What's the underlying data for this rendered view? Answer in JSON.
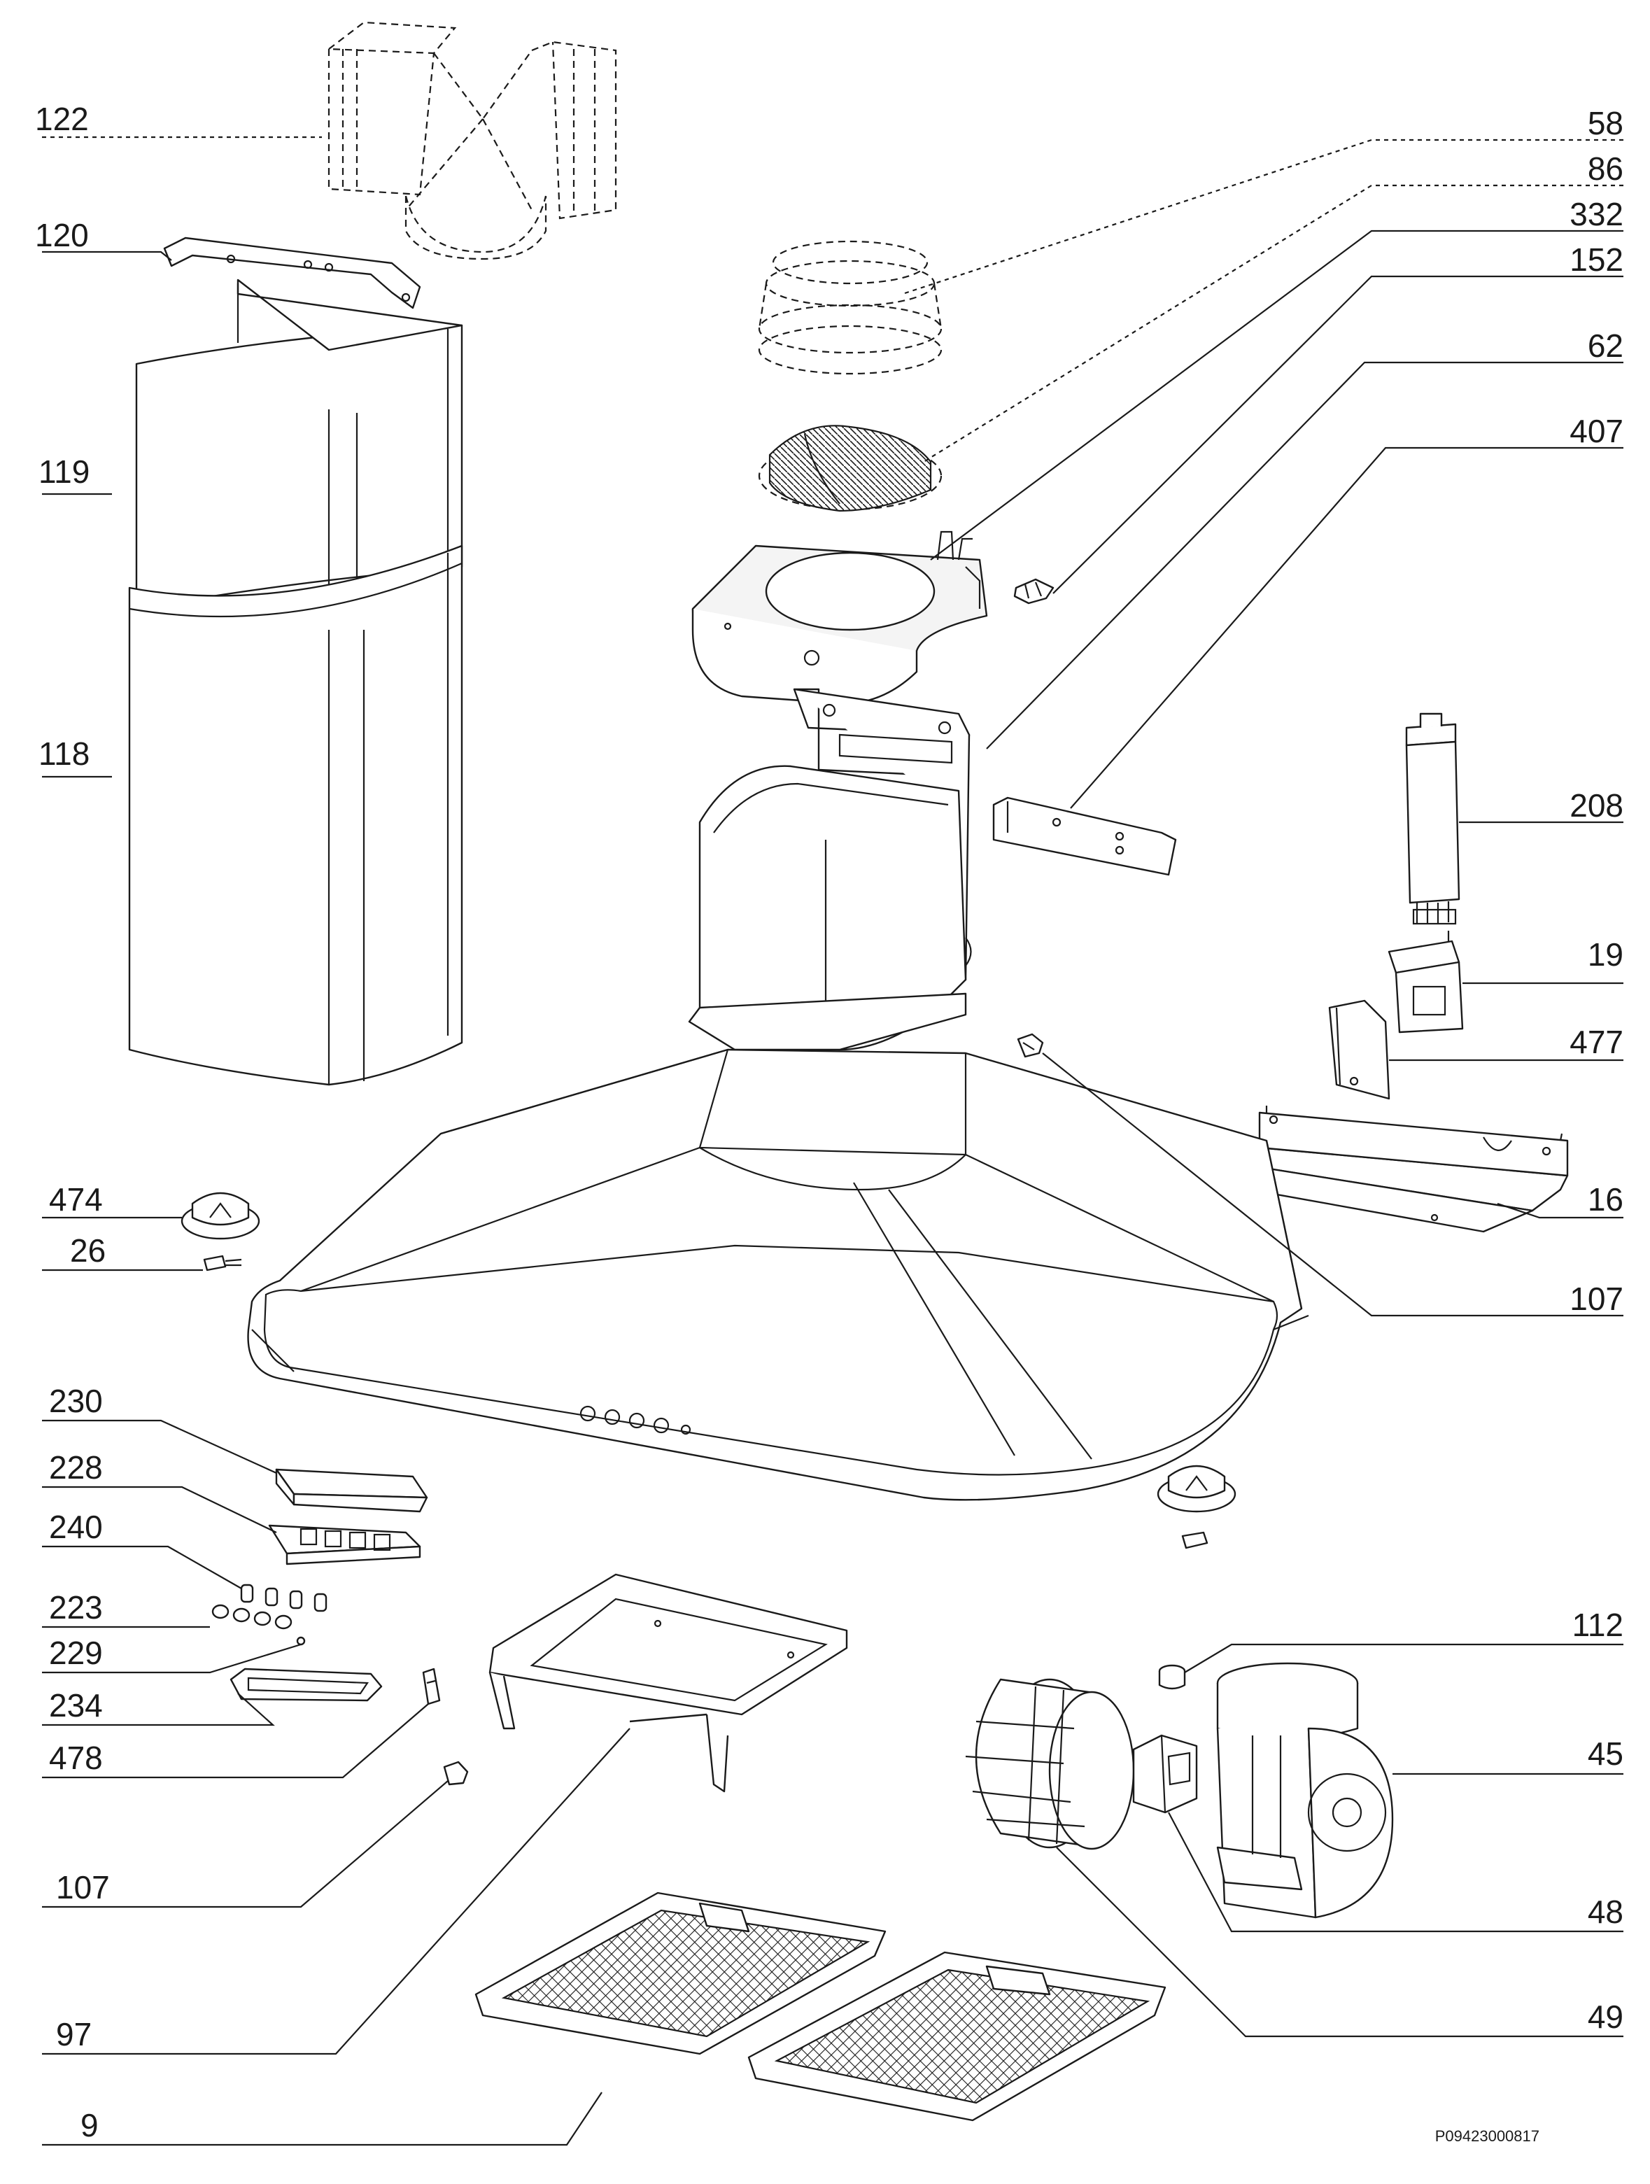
{
  "diagram": {
    "code": "P09423000817",
    "parts": [
      {
        "id": "122",
        "name": "label-122"
      },
      {
        "id": "120",
        "name": "label-120"
      },
      {
        "id": "119",
        "name": "label-119"
      },
      {
        "id": "118",
        "name": "label-118"
      },
      {
        "id": "58",
        "name": "label-58"
      },
      {
        "id": "86",
        "name": "label-86"
      },
      {
        "id": "332",
        "name": "label-332"
      },
      {
        "id": "152",
        "name": "label-152"
      },
      {
        "id": "62",
        "name": "label-62"
      },
      {
        "id": "407",
        "name": "label-407"
      },
      {
        "id": "208",
        "name": "label-208"
      },
      {
        "id": "19",
        "name": "label-19"
      },
      {
        "id": "477",
        "name": "label-477"
      },
      {
        "id": "16",
        "name": "label-16"
      },
      {
        "id": "107",
        "name": "label-107-right"
      },
      {
        "id": "474",
        "name": "label-474"
      },
      {
        "id": "26",
        "name": "label-26"
      },
      {
        "id": "230",
        "name": "label-230"
      },
      {
        "id": "228",
        "name": "label-228"
      },
      {
        "id": "240",
        "name": "label-240"
      },
      {
        "id": "223",
        "name": "label-223"
      },
      {
        "id": "229",
        "name": "label-229"
      },
      {
        "id": "234",
        "name": "label-234"
      },
      {
        "id": "478",
        "name": "label-478"
      },
      {
        "id": "107",
        "name": "label-107-left"
      },
      {
        "id": "97",
        "name": "label-97"
      },
      {
        "id": "9",
        "name": "label-9"
      },
      {
        "id": "112",
        "name": "label-112"
      },
      {
        "id": "45",
        "name": "label-45"
      },
      {
        "id": "48",
        "name": "label-48"
      },
      {
        "id": "49",
        "name": "label-49"
      }
    ]
  }
}
